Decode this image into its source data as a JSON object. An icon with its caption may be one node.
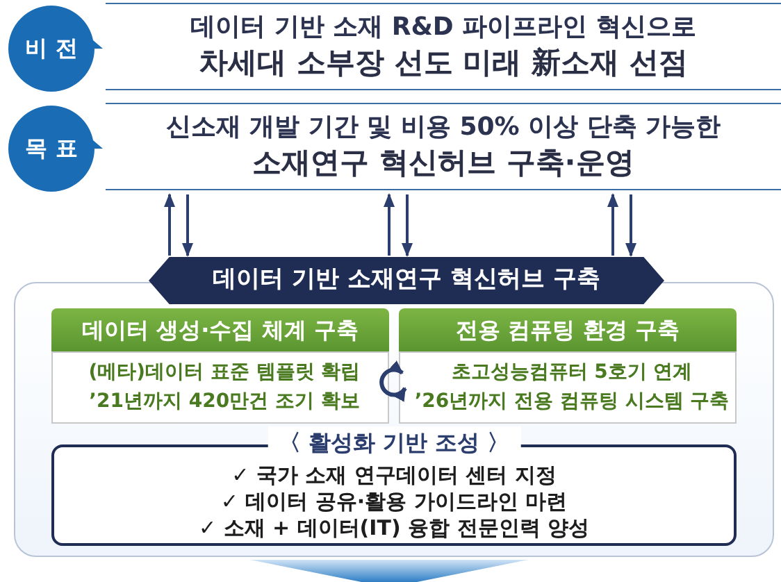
{
  "diagram": {
    "nodes": [
      {
        "text": [
          "비 전"
        ]
      },
      {
        "text": [
          "데이터 기반 소재 R&D 파이프라인 혁신으로",
          "차세대 소부장 선도 미래 新소재 선점"
        ]
      },
      {
        "text": [
          "목 표"
        ]
      },
      {
        "text": [
          "**신소재 개발 기간 및 비용** 50% 이상 단축 **가능한**",
          "소재연구 혁신허브 구축·운영"
        ]
      },
      {
        "text": [
          "데이터 기반 소재연구 혁신허브 구축"
        ]
      },
      {
        "text": [
          "데이터 생성·수집 체계 구축",
          "(메타)데이터 표준 템플릿 확립",
          "’21년까지 420만건 조기 확보"
        ],
        "in": 4
      },
      {
        "text": [
          "전용 컴퓨팅 환경 구축",
          "초고성능컴퓨터 5호기 연계",
          "’26년까지 전용 컴퓨팅 시스템 구축"
        ],
        "in": 4
      },
      {
        "text": [
          "〈 활성화 기반 조성 〉",
          "✓ 국가 소재 연구데이터 센터 지정",
          "✓ 데이터 공유·활용 가이드라인 마련",
          "✓ 소재 + 데이터(IT) 융합 전문인력 양성"
        ],
        "in": 4
      },
      {
        "text": [],
        "shape": "arrow"
      }
    ],
    "edges": [
      {
        "from": 4,
        "to": 3,
        "arrow": "to"
      },
      {
        "from": 3,
        "to": 4,
        "arrow": "to"
      },
      {
        "from": 4,
        "to": 3,
        "arrow": "to"
      },
      {
        "from": 3,
        "to": 4,
        "arrow": "to"
      },
      {
        "from": 4,
        "to": 3,
        "arrow": "to"
      },
      {
        "from": 3,
        "to": 4,
        "arrow": "to"
      },
      {
        "from": 5,
        "to": 6,
        "arrow": "both"
      }
    ]
  }
}
